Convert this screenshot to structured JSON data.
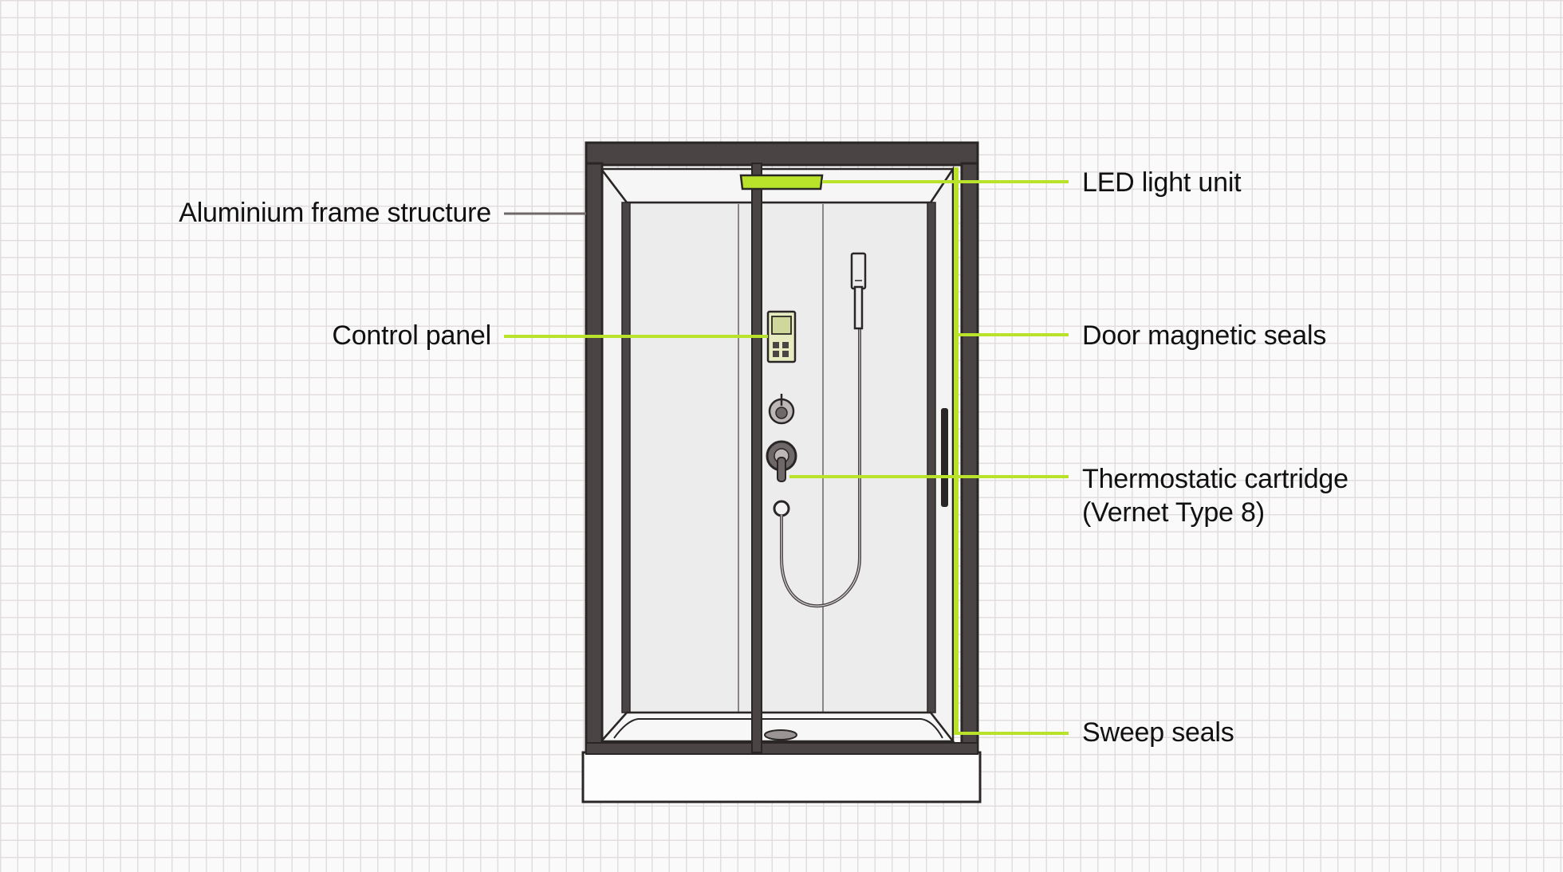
{
  "labels": {
    "aluminium_frame": "Aluminium frame structure",
    "control_panel": "Control panel",
    "led_light": "LED light unit",
    "door_seals": "Door magnetic seals",
    "cartridge_line1": "Thermostatic cartridge",
    "cartridge_line2": "(Vernet Type 8)",
    "sweep_seals": "Sweep seals"
  },
  "colors": {
    "accent": "#b8e32a",
    "frame": "#4a4444",
    "outline": "#2b2626",
    "glass": "#ececec",
    "grid": "#e3dddd",
    "callout_gray": "#6e6868"
  }
}
